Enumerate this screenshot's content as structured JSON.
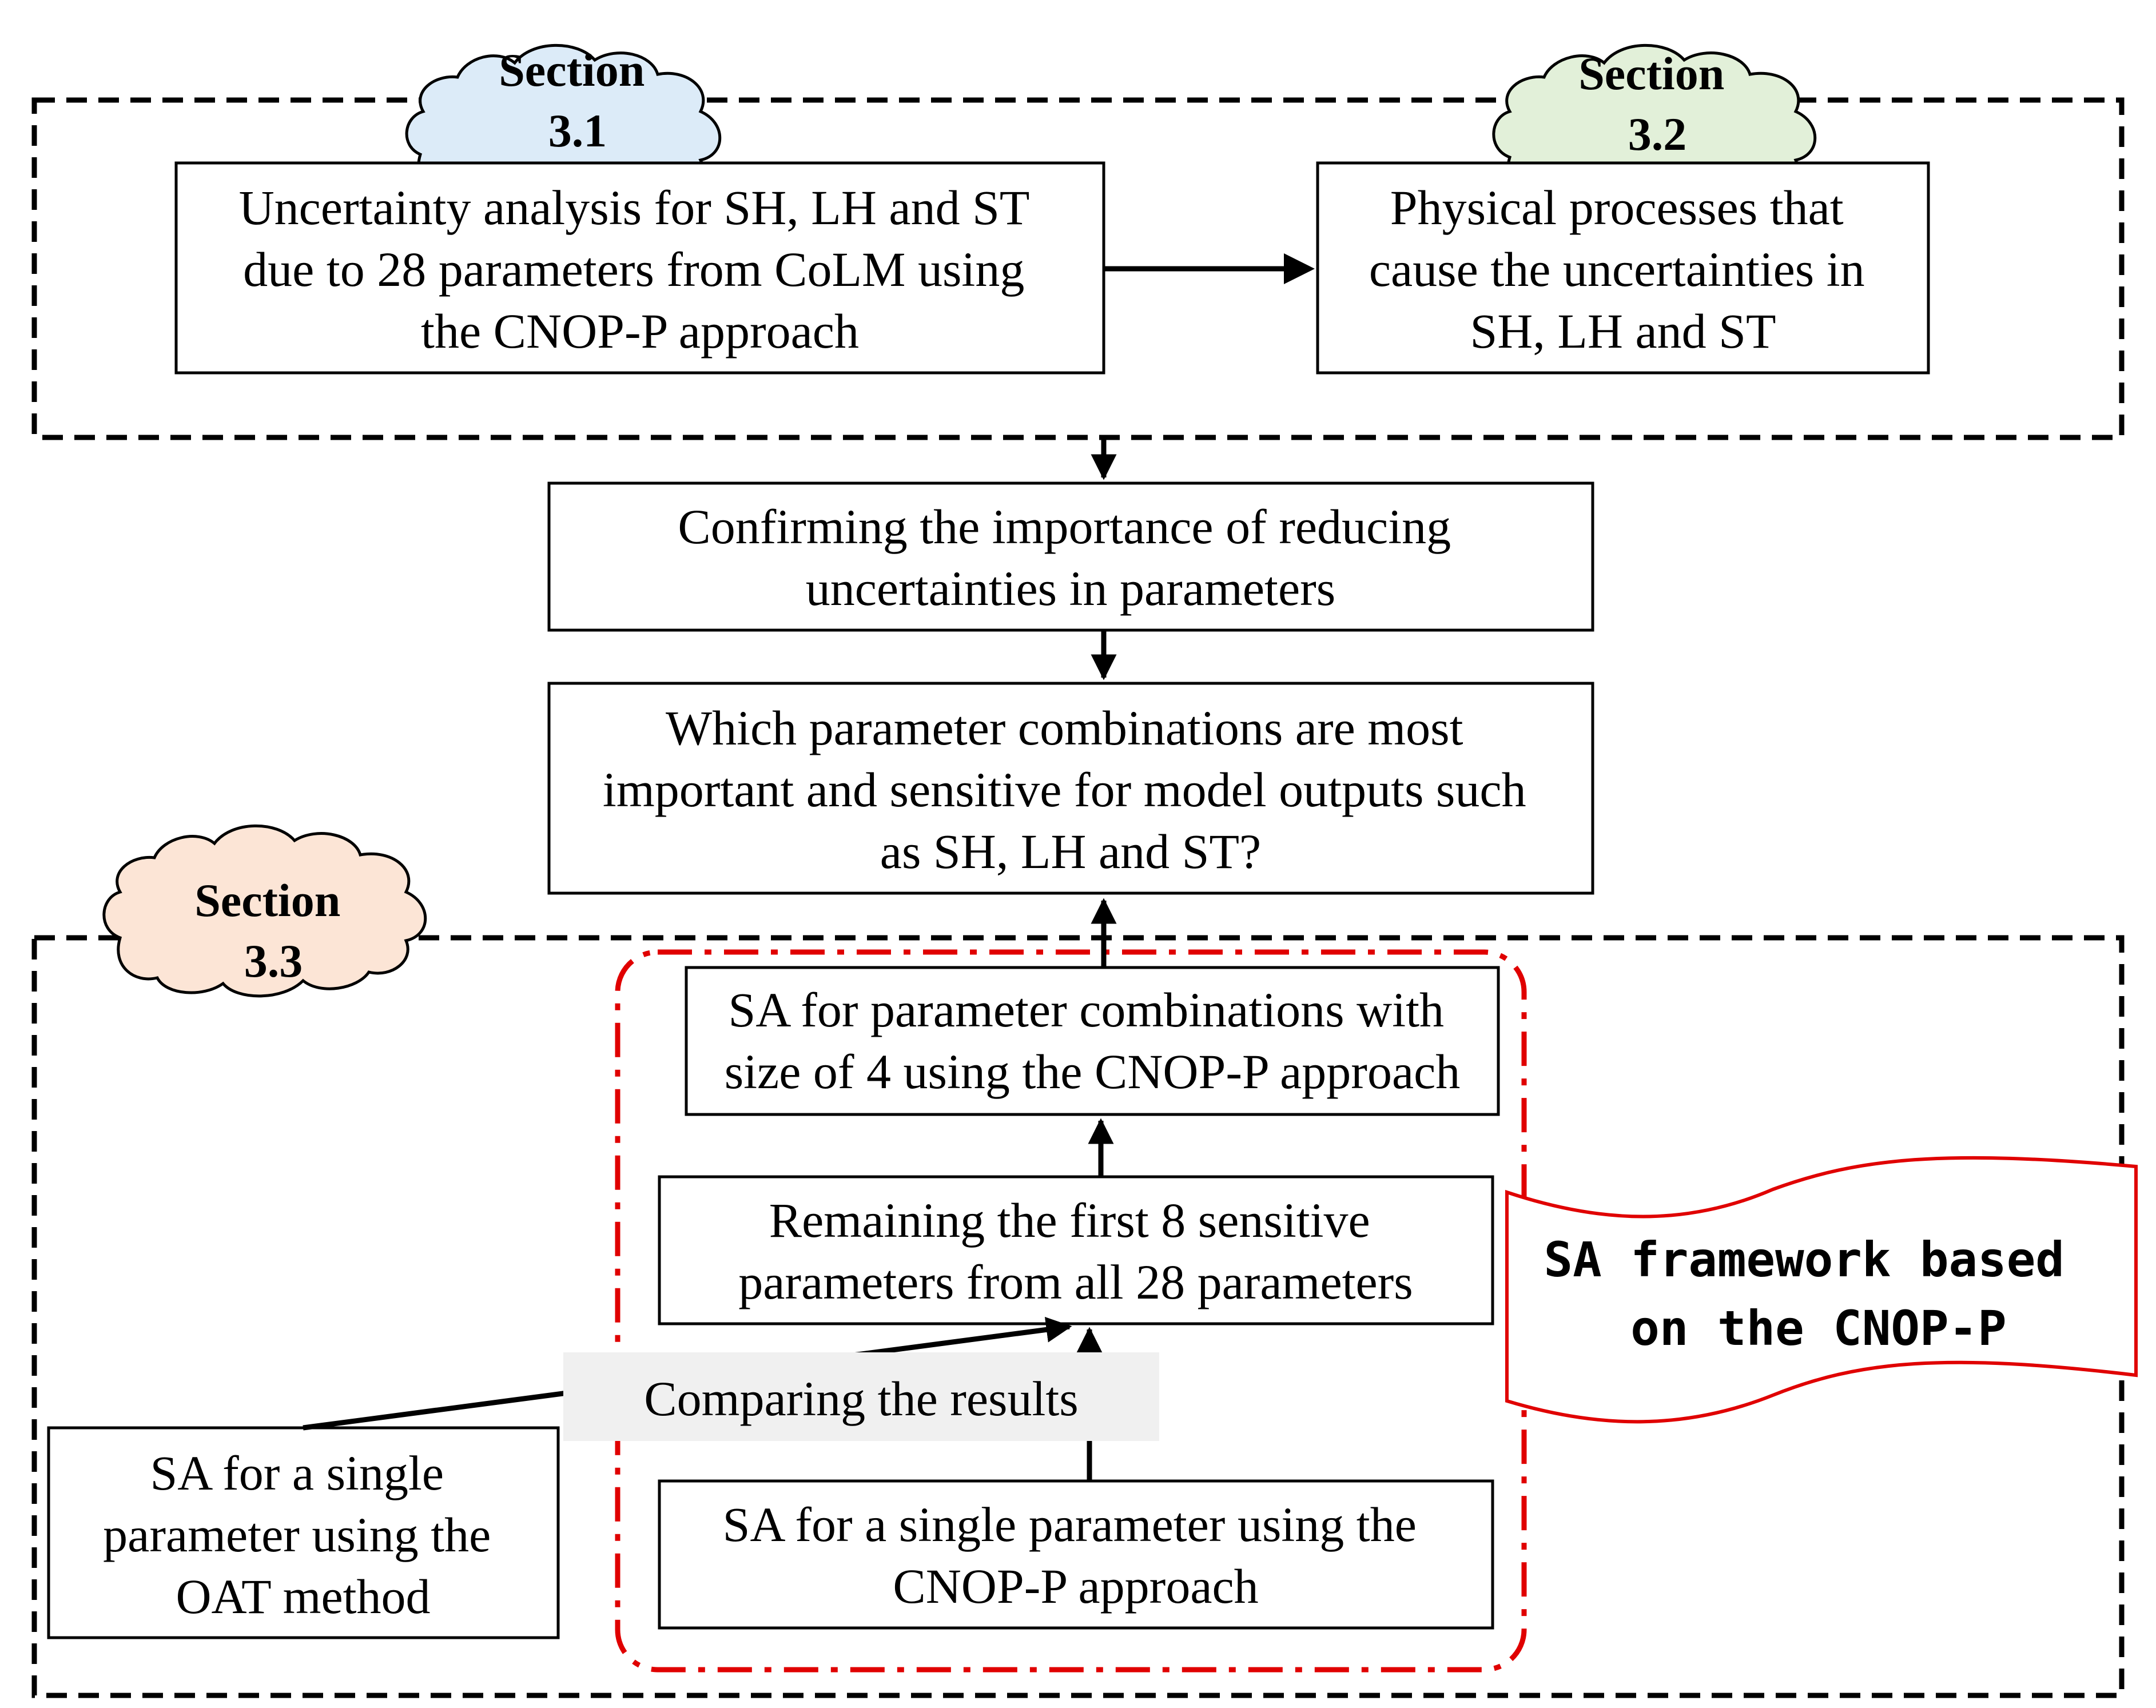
{
  "sections": {
    "s31": [
      "Section",
      "3.1"
    ],
    "s32": [
      "Section",
      "3.2"
    ],
    "s33": [
      "Section",
      "3.3"
    ]
  },
  "boxes": {
    "uncertainty": [
      "Uncertainty analysis for SH, LH and ST",
      "due to 28 parameters from CoLM using",
      "the CNOP-P approach"
    ],
    "physical": [
      "Physical processes that",
      "cause the uncertainties in",
      "SH, LH and ST"
    ],
    "confirming": [
      "Confirming the importance of reducing",
      "uncertainties in parameters"
    ],
    "question": [
      "Which parameter combinations are most",
      "important and sensitive for model outputs such",
      "as SH, LH and ST?"
    ],
    "combos": [
      "SA for parameter combinations with",
      "size of 4 using the CNOP-P approach"
    ],
    "remaining": [
      "Remaining the first 8 sensitive",
      "parameters from all 28 parameters"
    ],
    "single_cnop": [
      "SA for a single parameter using the",
      "CNOP-P approach"
    ],
    "single_oat": [
      "SA for a single",
      "parameter using the",
      "OAT method"
    ]
  },
  "comparing_label": "Comparing the results",
  "banner_label": [
    "SA framework based",
    "on the CNOP-P"
  ],
  "colors": {
    "cloud_31": "#dcebf8",
    "cloud_32": "#e2f0d9",
    "cloud_33": "#fce5d6",
    "framework_red": "#e00000",
    "compare_bg": "#f0f0f0"
  }
}
